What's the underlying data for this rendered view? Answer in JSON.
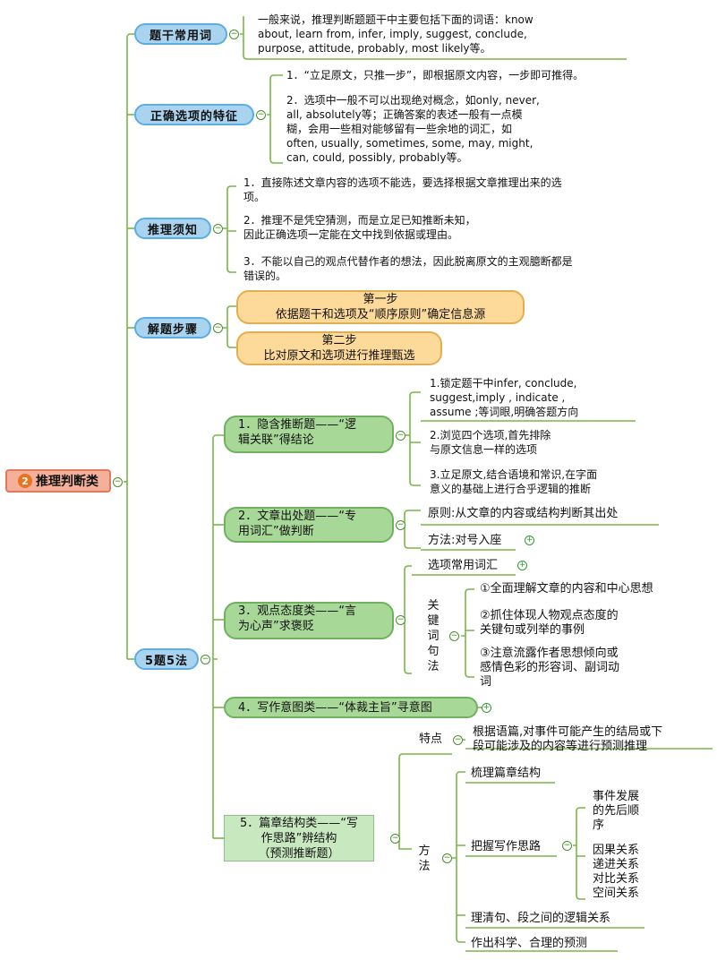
{
  "root": {
    "badge": "2",
    "label": "推理判断类"
  },
  "branches": {
    "b1": {
      "label": "题干常用词",
      "text": [
        "一般来说，推理判断题题干中主要包括下面的词语：know",
        "about, learn from, infer, imply, suggest, conclude,",
        "purpose, attitude, probably, most likely等。"
      ]
    },
    "b2": {
      "label": "正确选项的特征",
      "item1": "1．“立足原文，只推一步”，即根据原文内容，一步即可推得。",
      "item2": [
        "2．选项中一般不可以出现绝对概念，如only, never,",
        "all, absolutely等；正确答案的表述一般有一点模",
        "糊，会用一些相对能够留有一些余地的词汇，如",
        "often, usually, sometimes, some, may, might,",
        "can, could, possibly, probably等。"
      ]
    },
    "b3": {
      "label": "推理须知",
      "item1": [
        "1．直接陈述文章内容的选项不能选，要选择根据文章推理出来的选",
        "项。"
      ],
      "item2": [
        "2．推理不是凭空猜测，而是立足已知推断未知，",
        "因此正确选项一定能在文中找到依据或理由。"
      ],
      "item3": [
        "3．不能以自己的观点代替作者的想法，因此脱离原文的主观臆断都是",
        "错误的。"
      ]
    },
    "b4": {
      "label": "解题步骤",
      "step1": {
        "title": "第一步",
        "desc": "依据题干和选项及“顺序原则”确定信息源"
      },
      "step2": {
        "title": "第二步",
        "desc": "比对原文和选项进行推理甄选"
      }
    },
    "b5": {
      "label": "5题5法",
      "t1": {
        "label": [
          "1．隐含推断题——“逻",
          "辑关联”得结论"
        ],
        "items": [
          [
            "1.锁定题干中infer, conclude,",
            "suggest,imply , indicate ,",
            "assume ;等词眼,明确答题方向"
          ],
          [
            "2.浏览四个选项,首先排除",
            "与原文信息一样的选项"
          ],
          [
            "3.立足原文,结合语境和常识,在字面",
            "意义的基础上进行合乎逻辑的推断"
          ]
        ]
      },
      "t2": {
        "label": [
          "2．文章出处题——“专",
          "用词汇”做判断"
        ],
        "items": [
          "原则:从文章的内容或结构判断其出处",
          "方法:对号入座"
        ]
      },
      "t3": {
        "label": [
          "3．观点态度类——“言",
          "为心声”求褒贬"
        ],
        "vocab": "选项常用词汇",
        "method": "关键词句法",
        "items": [
          [
            "①全面理解文章的内容和中心思想"
          ],
          [
            "②抓住体现人物观点态度的",
            "关键句或列举的事例"
          ],
          [
            "③注意流露作者思想倾向或",
            "感情色彩的形容词、副词动",
            "词"
          ]
        ]
      },
      "t4": {
        "label": "4．写作意图类——“体裁主旨”寻意图"
      },
      "t5": {
        "label": [
          "5．篇章结构类——“写",
          "作思路”辨结构",
          "（预测推断题）"
        ],
        "feature": "特点",
        "feature_text": [
          "根据语篇,对事件可能产生的结局或下",
          "段可能涉及的内容等进行预测推理"
        ],
        "method": "方法",
        "m1": "梳理篇章结构",
        "m2": "把握写作思路",
        "sub1": [
          "事件发展",
          "的先后顺",
          "序"
        ],
        "sub2": [
          "因果关系",
          "递进关系",
          "对比关系",
          "空间关系"
        ],
        "m3": "理清句、段之间的逻辑关系",
        "m4": "作出科学、合理的预测"
      }
    }
  },
  "colors": {
    "line": "#7ab648",
    "blue": "#a9d3ef",
    "orange": "#f4b09a",
    "yellow": "#fdd99a",
    "green": "#a8d898"
  }
}
